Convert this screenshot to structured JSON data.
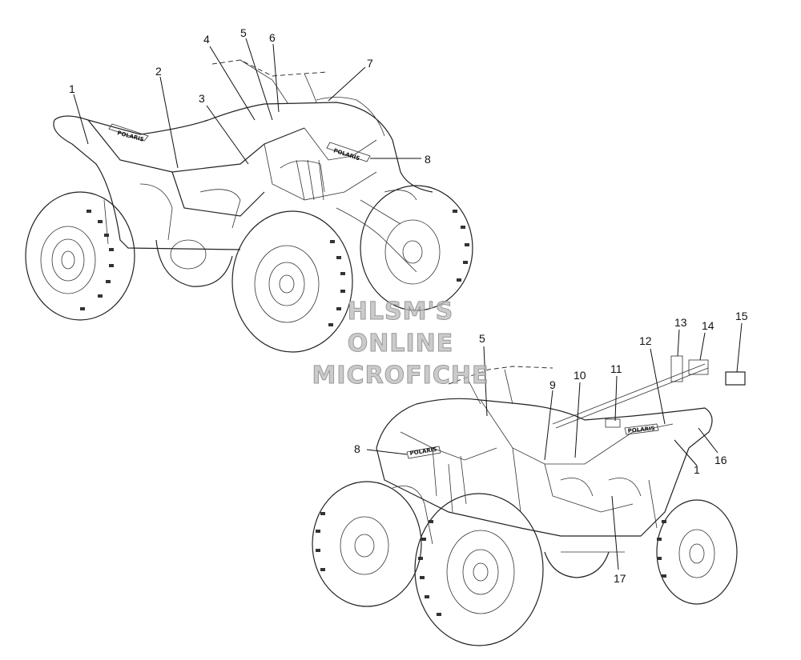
{
  "watermark": {
    "line1": "HLSM'S",
    "line2": "ONLINE",
    "line3": "MICROFICHE"
  },
  "decal_brand": "POLARIS",
  "callouts_left": [
    "1",
    "2",
    "3",
    "4",
    "5",
    "6",
    "7",
    "8"
  ],
  "callouts_right": [
    "5",
    "8",
    "9",
    "10",
    "11",
    "12",
    "13",
    "14",
    "15",
    "16",
    "1",
    "17"
  ]
}
